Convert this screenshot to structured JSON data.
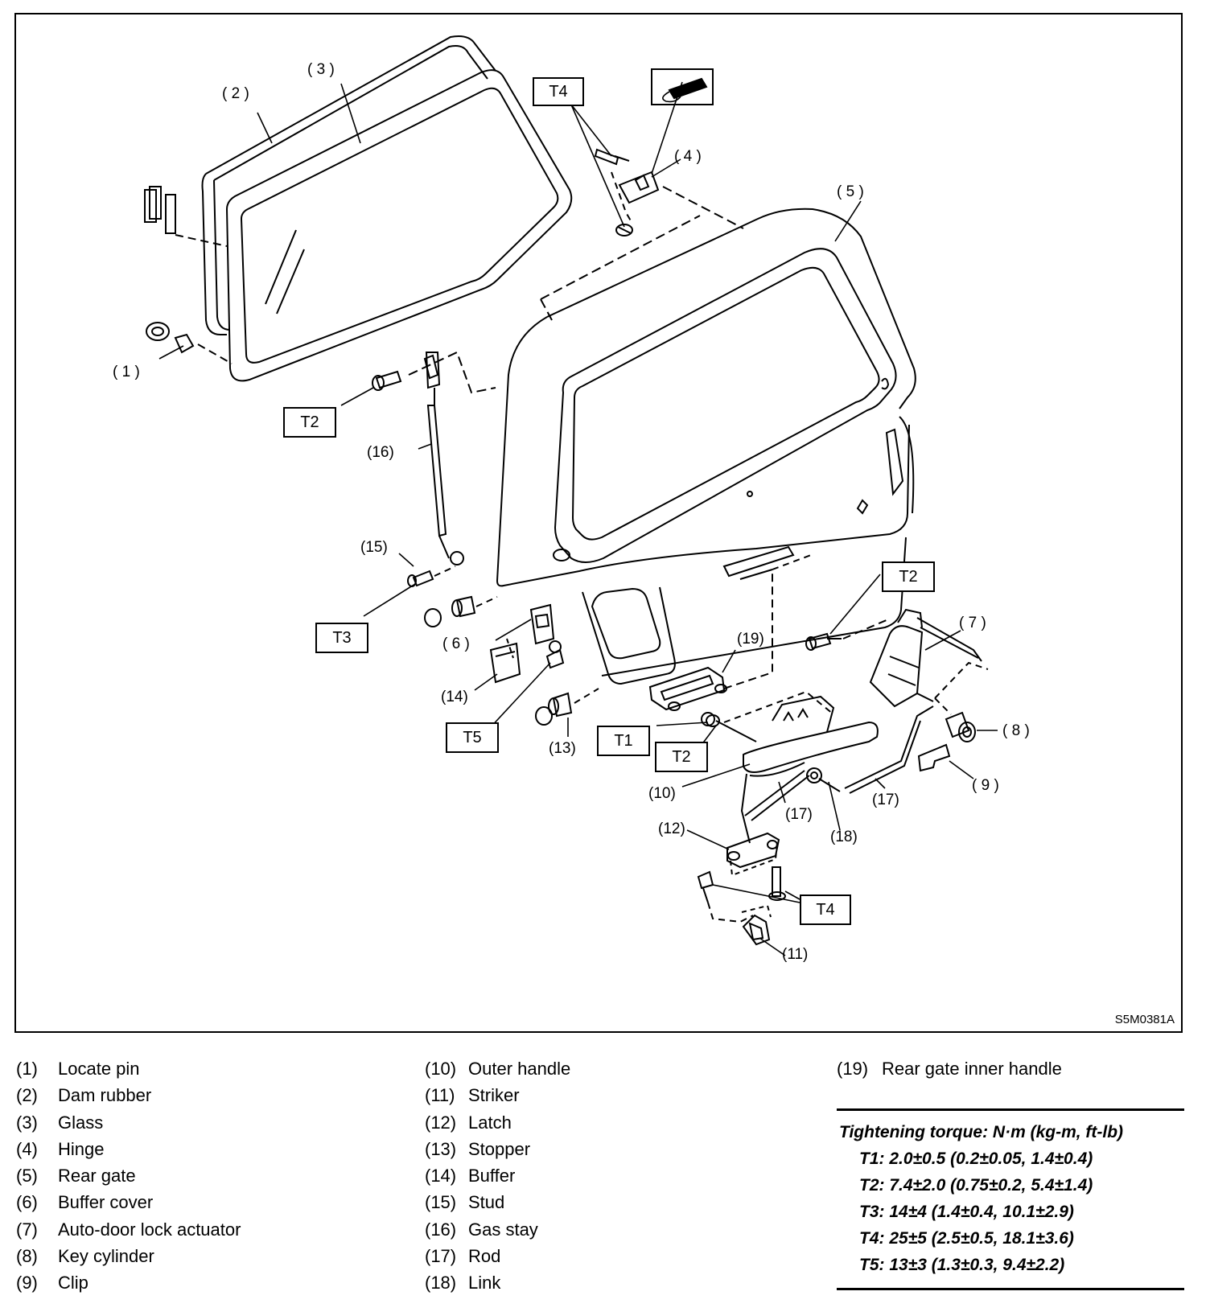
{
  "diagram": {
    "callouts": {
      "c1": "( 1 )",
      "c2": "( 2 )",
      "c3": "( 3 )",
      "c4": "( 4 )",
      "c5": "( 5 )",
      "c6": "( 6 )",
      "c7": "( 7 )",
      "c8": "( 8 )",
      "c9": "( 9 )",
      "c10": "(10)",
      "c11": "(11)",
      "c12": "(12)",
      "c13": "(13)",
      "c14": "(14)",
      "c15": "(15)",
      "c16": "(16)",
      "c17a": "(17)",
      "c17b": "(17)",
      "c18": "(18)",
      "c19": "(19)"
    },
    "torque_boxes": {
      "t4_top": "T4",
      "t2_left": "T2",
      "t3": "T3",
      "t5": "T5",
      "t1": "T1",
      "t2_mid": "T2",
      "t2_right": "T2",
      "t4_bottom": "T4"
    },
    "figure_code": "S5M0381A",
    "icons": [
      "grease-symbol-icon"
    ]
  },
  "legend": {
    "col1": [
      {
        "num": "(1)",
        "name": "Locate pin"
      },
      {
        "num": "(2)",
        "name": "Dam rubber"
      },
      {
        "num": "(3)",
        "name": "Glass"
      },
      {
        "num": "(4)",
        "name": "Hinge"
      },
      {
        "num": "(5)",
        "name": "Rear gate"
      },
      {
        "num": "(6)",
        "name": "Buffer cover"
      },
      {
        "num": "(7)",
        "name": "Auto-door lock actuator"
      },
      {
        "num": "(8)",
        "name": "Key cylinder"
      },
      {
        "num": "(9)",
        "name": "Clip"
      }
    ],
    "col2": [
      {
        "num": "(10)",
        "name": "Outer handle"
      },
      {
        "num": "(11)",
        "name": "Striker"
      },
      {
        "num": "(12)",
        "name": "Latch"
      },
      {
        "num": "(13)",
        "name": "Stopper"
      },
      {
        "num": "(14)",
        "name": "Buffer"
      },
      {
        "num": "(15)",
        "name": "Stud"
      },
      {
        "num": "(16)",
        "name": "Gas stay"
      },
      {
        "num": "(17)",
        "name": "Rod"
      },
      {
        "num": "(18)",
        "name": "Link"
      }
    ],
    "col3": [
      {
        "num": "(19)",
        "name": "Rear gate inner handle"
      }
    ]
  },
  "torque": {
    "header": "Tightening torque: N·m (kg-m, ft-lb)",
    "values": [
      "T1: 2.0±0.5 (0.2±0.05, 1.4±0.4)",
      "T2: 7.4±2.0 (0.75±0.2, 5.4±1.4)",
      "T3: 14±4 (1.4±0.4, 10.1±2.9)",
      "T4: 25±5 (2.5±0.5, 18.1±3.6)",
      "T5: 13±3 (1.3±0.3, 9.4±2.2)"
    ]
  }
}
